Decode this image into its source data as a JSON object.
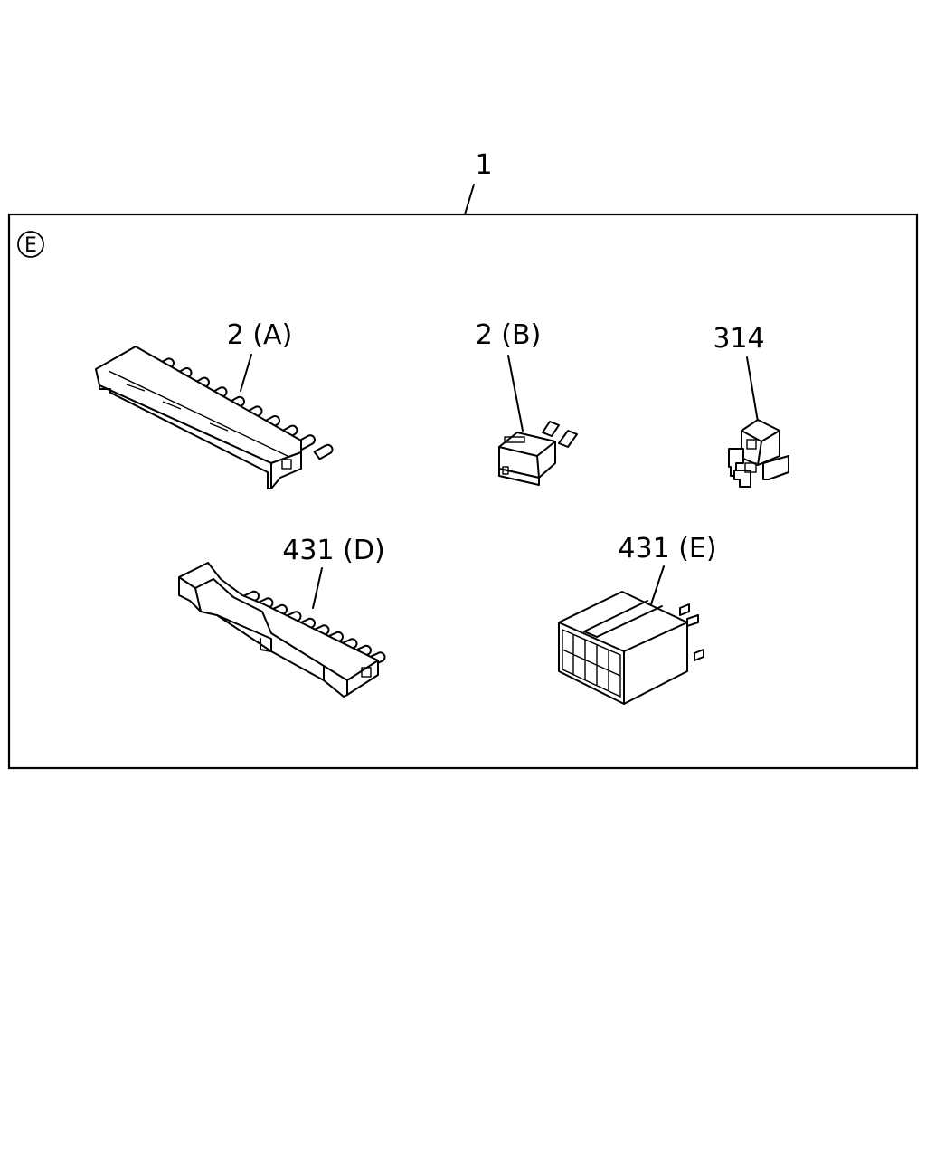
{
  "diagram": {
    "assembly_callout": "1",
    "section_marker": "E",
    "parts": [
      {
        "id": "part-2a",
        "label": "2 (A)"
      },
      {
        "id": "part-2b",
        "label": "2 (B)"
      },
      {
        "id": "part-314",
        "label": "314"
      },
      {
        "id": "part-431d",
        "label": "431 (D)"
      },
      {
        "id": "part-431e",
        "label": "431 (E)"
      }
    ]
  }
}
